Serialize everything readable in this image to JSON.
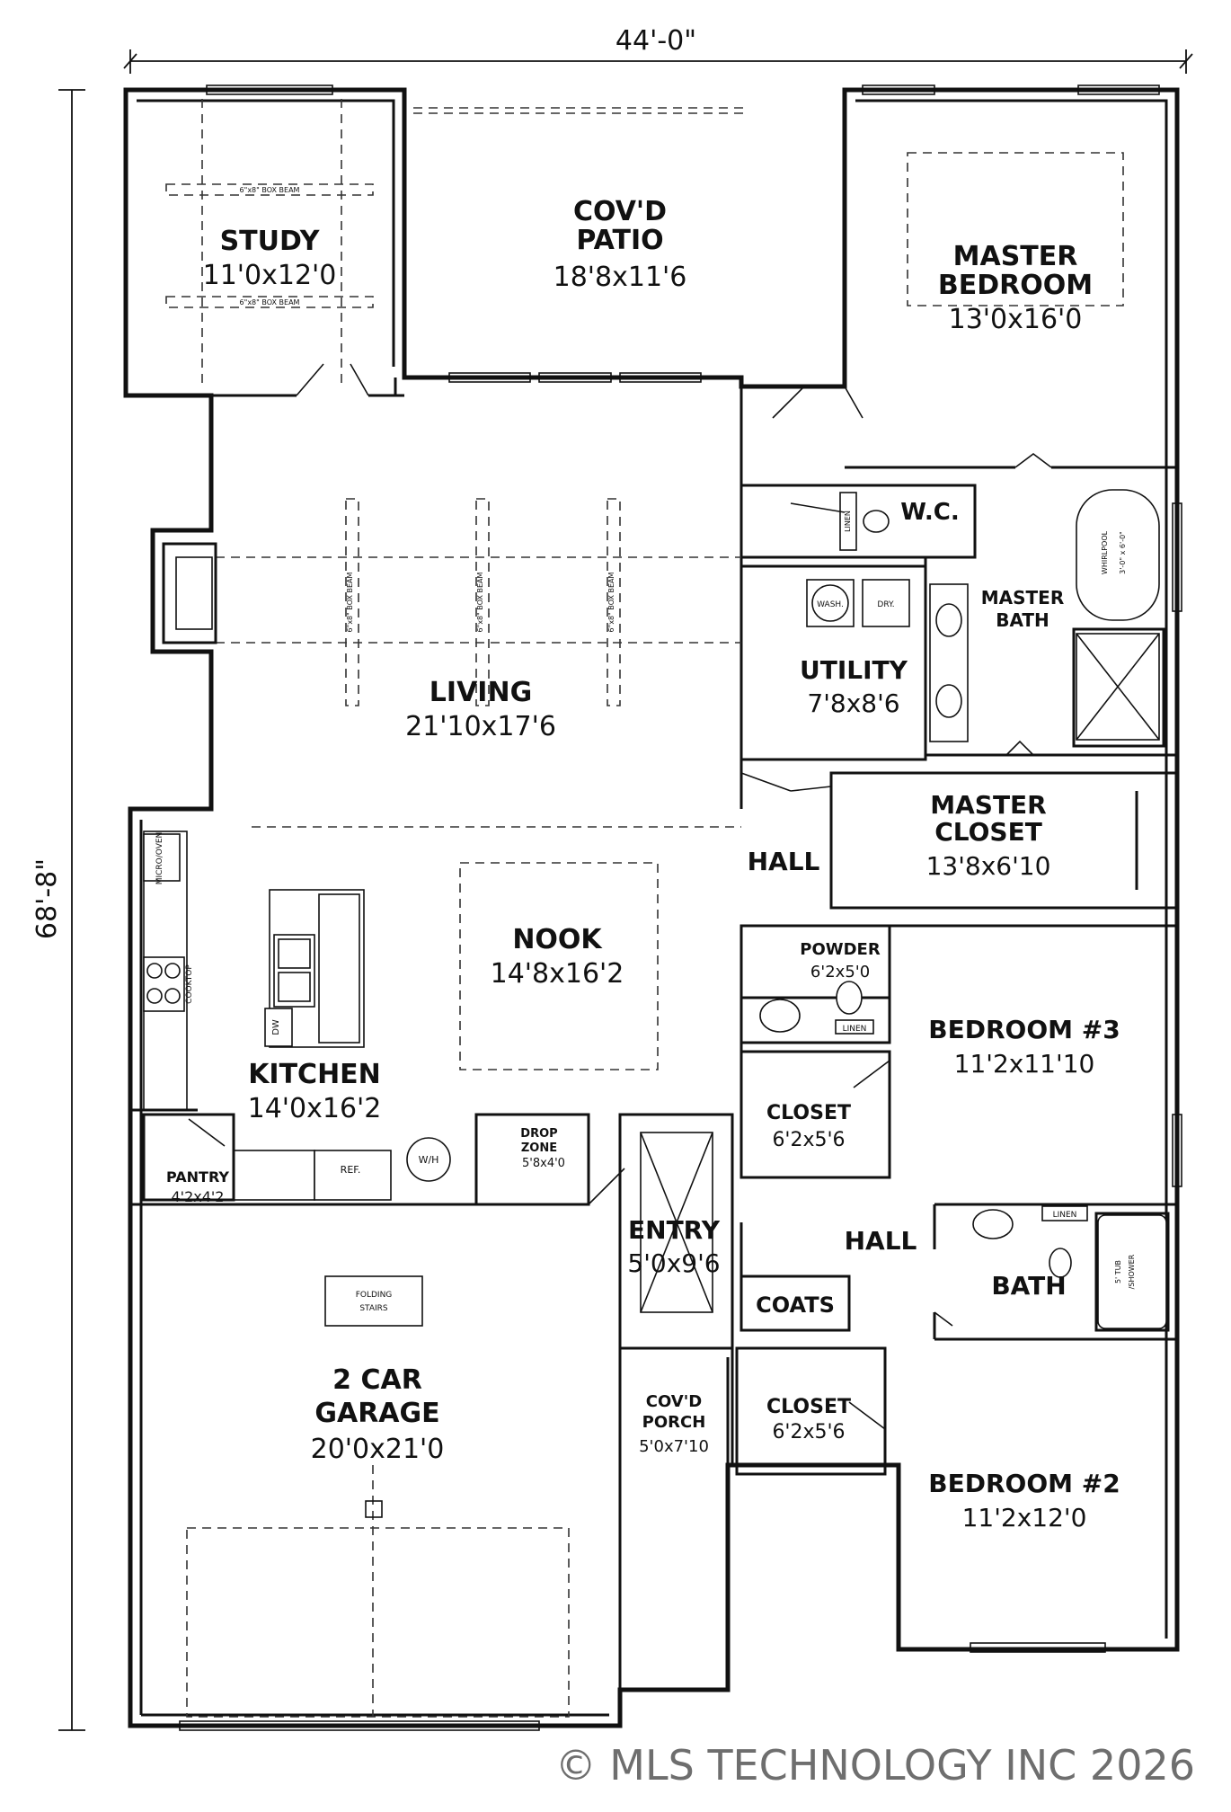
{
  "dimensions": {
    "width": "44'-0\"",
    "depth": "68'-8\""
  },
  "rooms": {
    "study": {
      "name": "STUDY",
      "size": "11'0x12'0"
    },
    "patio": {
      "name_line1": "COV'D",
      "name_line2": "PATIO",
      "size": "18'8x11'6"
    },
    "master_bedroom": {
      "name_line1": "MASTER",
      "name_line2": "BEDROOM",
      "size": "13'0x16'0"
    },
    "wc": {
      "name": "W.C."
    },
    "master_bath": {
      "name_line1": "MASTER",
      "name_line2": "BATH"
    },
    "living": {
      "name": "LIVING",
      "size": "21'10x17'6"
    },
    "utility": {
      "name": "UTILITY",
      "size": "7'8x8'6"
    },
    "master_closet": {
      "name_line1": "MASTER",
      "name_line2": "CLOSET",
      "size": "13'8x6'10"
    },
    "hall_upper": {
      "name": "HALL"
    },
    "nook": {
      "name": "NOOK",
      "size": "14'8x16'2"
    },
    "powder": {
      "name": "POWDER",
      "size": "6'2x5'0"
    },
    "bedroom3": {
      "name": "BEDROOM #3",
      "size": "11'2x11'10"
    },
    "kitchen": {
      "name": "KITCHEN",
      "size": "14'0x16'2"
    },
    "closet3": {
      "name": "CLOSET",
      "size": "6'2x5'6"
    },
    "drop_zone": {
      "name_line1": "DROP",
      "name_line2": "ZONE",
      "size": "5'8x4'0"
    },
    "pantry": {
      "name": "PANTRY",
      "size": "4'2x4'2"
    },
    "entry": {
      "name": "ENTRY",
      "size": "5'0x9'6"
    },
    "hall_lower": {
      "name": "HALL"
    },
    "bath": {
      "name": "BATH"
    },
    "coats": {
      "name": "COATS"
    },
    "garage": {
      "name_line1": "2 CAR",
      "name_line2": "GARAGE",
      "size": "20'0x21'0"
    },
    "porch": {
      "name_line1": "COV'D",
      "name_line2": "PORCH",
      "size": "5'0x7'10"
    },
    "closet2": {
      "name": "CLOSET",
      "size": "6'2x5'6"
    },
    "bedroom2": {
      "name": "BEDROOM #2",
      "size": "11'2x12'0"
    }
  },
  "fixtures": {
    "box_beam": "6\"x8\" BOX BEAM",
    "wash": "WASH.",
    "dry": "DRY.",
    "linen": "LINEN",
    "whirlpool": "WHIRLPOOL",
    "whirlpool_size": "3'-0\" x 6'-0\"",
    "micro_oven": "MICRO/OVEN",
    "cooktop": "COOKTOP",
    "dw": "DW",
    "ref": "REF.",
    "wh": "W/H",
    "folding_stairs_line1": "FOLDING",
    "folding_stairs_line2": "STAIRS",
    "tub_line1": "5' TUB",
    "tub_line2": "/SHOWER"
  },
  "watermark": "© MLS TECHNOLOGY INC 2026",
  "colors": {
    "line": "#111111",
    "background": "#ffffff",
    "watermark": "#6e6e6e"
  }
}
